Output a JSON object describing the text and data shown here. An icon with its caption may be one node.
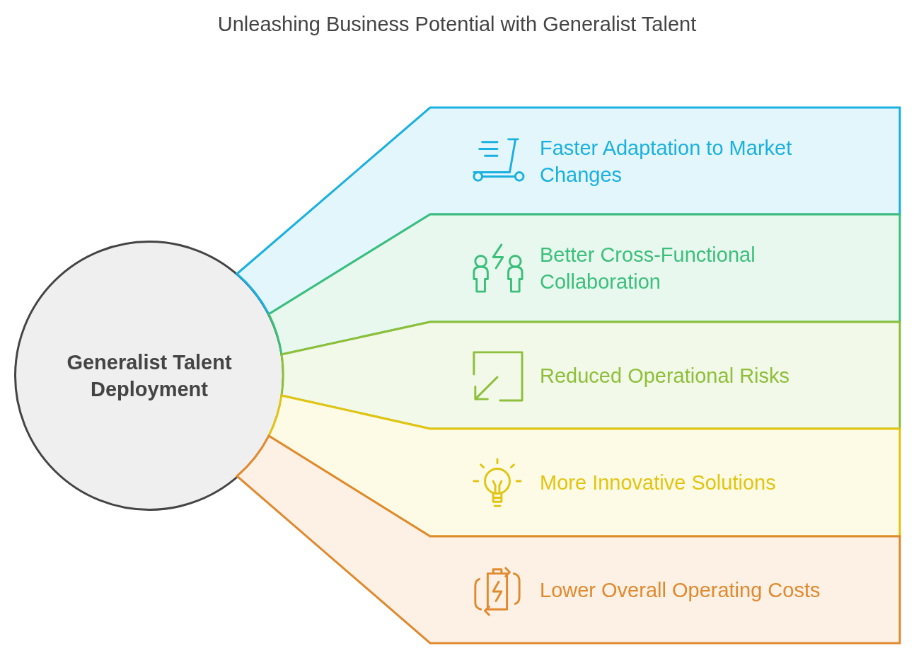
{
  "diagram": {
    "title": "Unleashing Business Potential with Generalist Talent",
    "nodes": [
      {
        "text": [
          "Generalist Talent Deployment"
        ]
      },
      {
        "text": [
          "Faster Adaptation to Market Changes"
        ]
      },
      {
        "text": [
          "Better Cross-Functional Collaboration"
        ]
      },
      {
        "text": [
          "Reduced Operational Risks"
        ]
      },
      {
        "text": [
          "More Innovative Solutions"
        ]
      },
      {
        "text": [
          "Lower Overall Operating Costs"
        ]
      }
    ]
  }
}
